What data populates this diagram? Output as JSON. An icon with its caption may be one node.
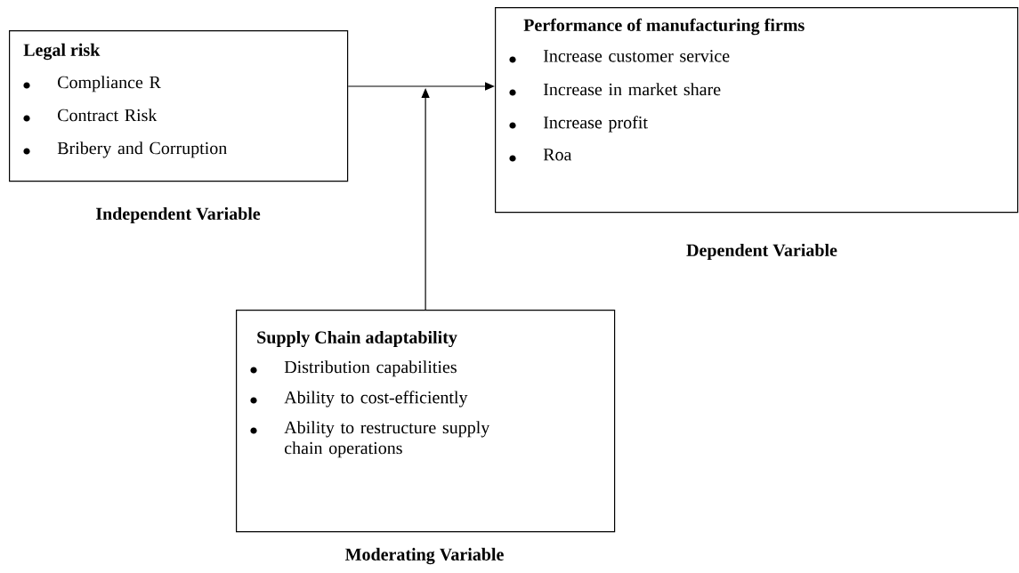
{
  "diagram": {
    "nodes": [
      {
        "text": [
          "Legal risk",
          "Compliance R",
          "Contract Risk",
          "Bribery and Corruption"
        ],
        "beside": [
          "Independent Variable"
        ]
      },
      {
        "text": [
          "Performance of manufacturing firms",
          "Increase customer service",
          "Increase in market share",
          "Increase profit",
          "Roa"
        ],
        "beside": [
          "Dependent Variable"
        ]
      },
      {
        "text": [
          "Supply Chain adaptability",
          "Distribution capabilities",
          "Ability to cost-efficiently",
          "Ability to restructure supply chain operations"
        ],
        "beside": [
          "Moderating Variable"
        ]
      }
    ],
    "edges": [
      {
        "from": 0,
        "to": 1,
        "arrow": "to"
      },
      {
        "from": 2,
        "to": null,
        "arrow": "to"
      }
    ]
  }
}
